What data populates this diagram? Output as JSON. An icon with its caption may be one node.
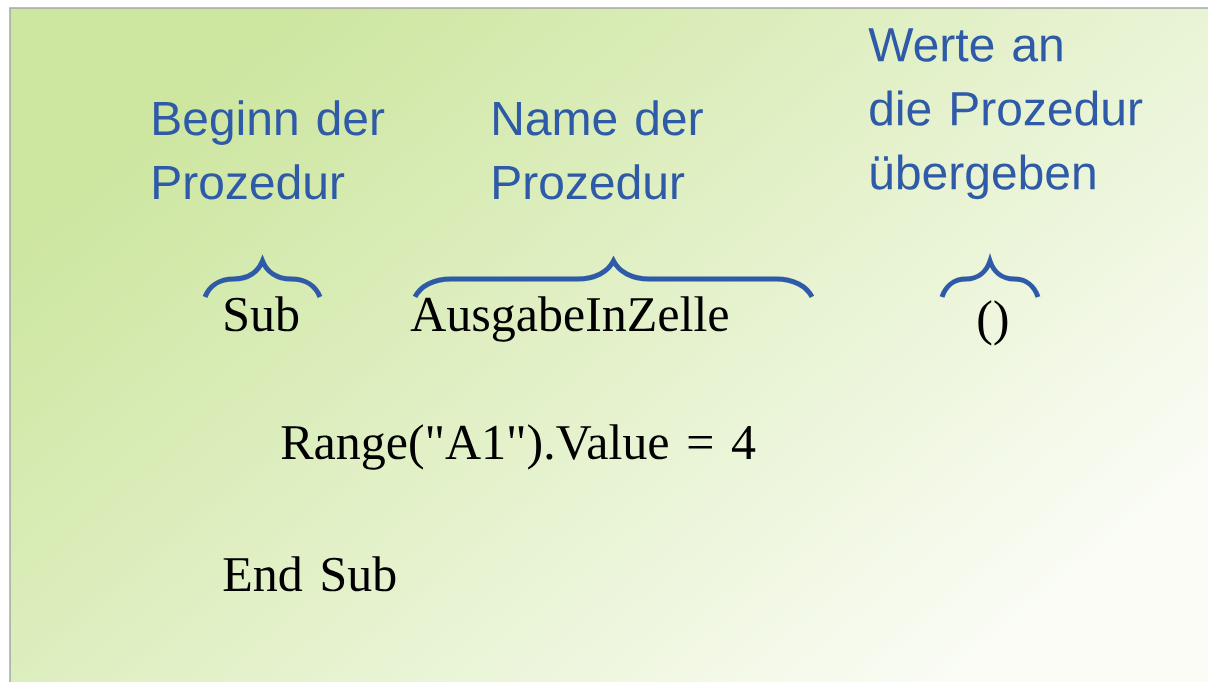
{
  "diagram": {
    "labels": [
      "Beginn der Prozedur",
      "Name der Prozedur",
      "Werte an die Prozedur übergeben",
      "Sub",
      "AusgabeInZelle",
      "()",
      "Range(\"A1\").Value = 4",
      "End Sub"
    ]
  }
}
